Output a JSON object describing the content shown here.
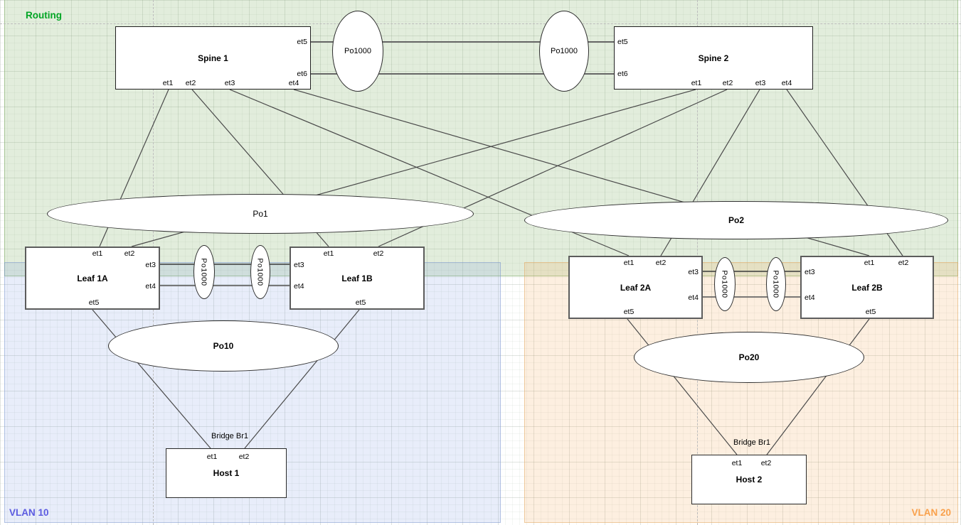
{
  "regions": {
    "routing": {
      "label": "Routing",
      "color": "#00A524"
    },
    "vlan10": {
      "label": "VLAN 10",
      "color": "#5B5BE0"
    },
    "vlan20": {
      "label": "VLAN 20",
      "color": "#F9A14C"
    }
  },
  "nodes": {
    "spine1": {
      "title": "Spine 1",
      "ports": [
        "et1",
        "et2",
        "et3",
        "et4",
        "et5",
        "et6"
      ]
    },
    "spine2": {
      "title": "Spine 2",
      "ports": [
        "et1",
        "et2",
        "et3",
        "et4",
        "et5",
        "et6"
      ]
    },
    "leaf1a": {
      "title": "Leaf 1A",
      "ports": [
        "et1",
        "et2",
        "et3",
        "et4",
        "et5"
      ]
    },
    "leaf1b": {
      "title": "Leaf 1B",
      "ports": [
        "et1",
        "et2",
        "et3",
        "et4",
        "et5"
      ]
    },
    "leaf2a": {
      "title": "Leaf 2A",
      "ports": [
        "et1",
        "et2",
        "et3",
        "et4",
        "et5"
      ]
    },
    "leaf2b": {
      "title": "Leaf 2B",
      "ports": [
        "et1",
        "et2",
        "et3",
        "et4",
        "et5"
      ]
    },
    "host1": {
      "title": "Host 1",
      "ports": [
        "et1",
        "et2"
      ],
      "bridge": "Bridge Br1"
    },
    "host2": {
      "title": "Host 2",
      "ports": [
        "et1",
        "et2"
      ],
      "bridge": "Bridge Br1"
    }
  },
  "port_channels": {
    "spine_peer_1": "Po1000",
    "spine_peer_2": "Po1000",
    "po1": "Po1",
    "po2": "Po2",
    "leaf1_peer_1": "Po1000",
    "leaf1_peer_2": "Po1000",
    "leaf2_peer_1": "Po1000",
    "leaf2_peer_2": "Po1000",
    "po10": "Po10",
    "po20": "Po20"
  }
}
